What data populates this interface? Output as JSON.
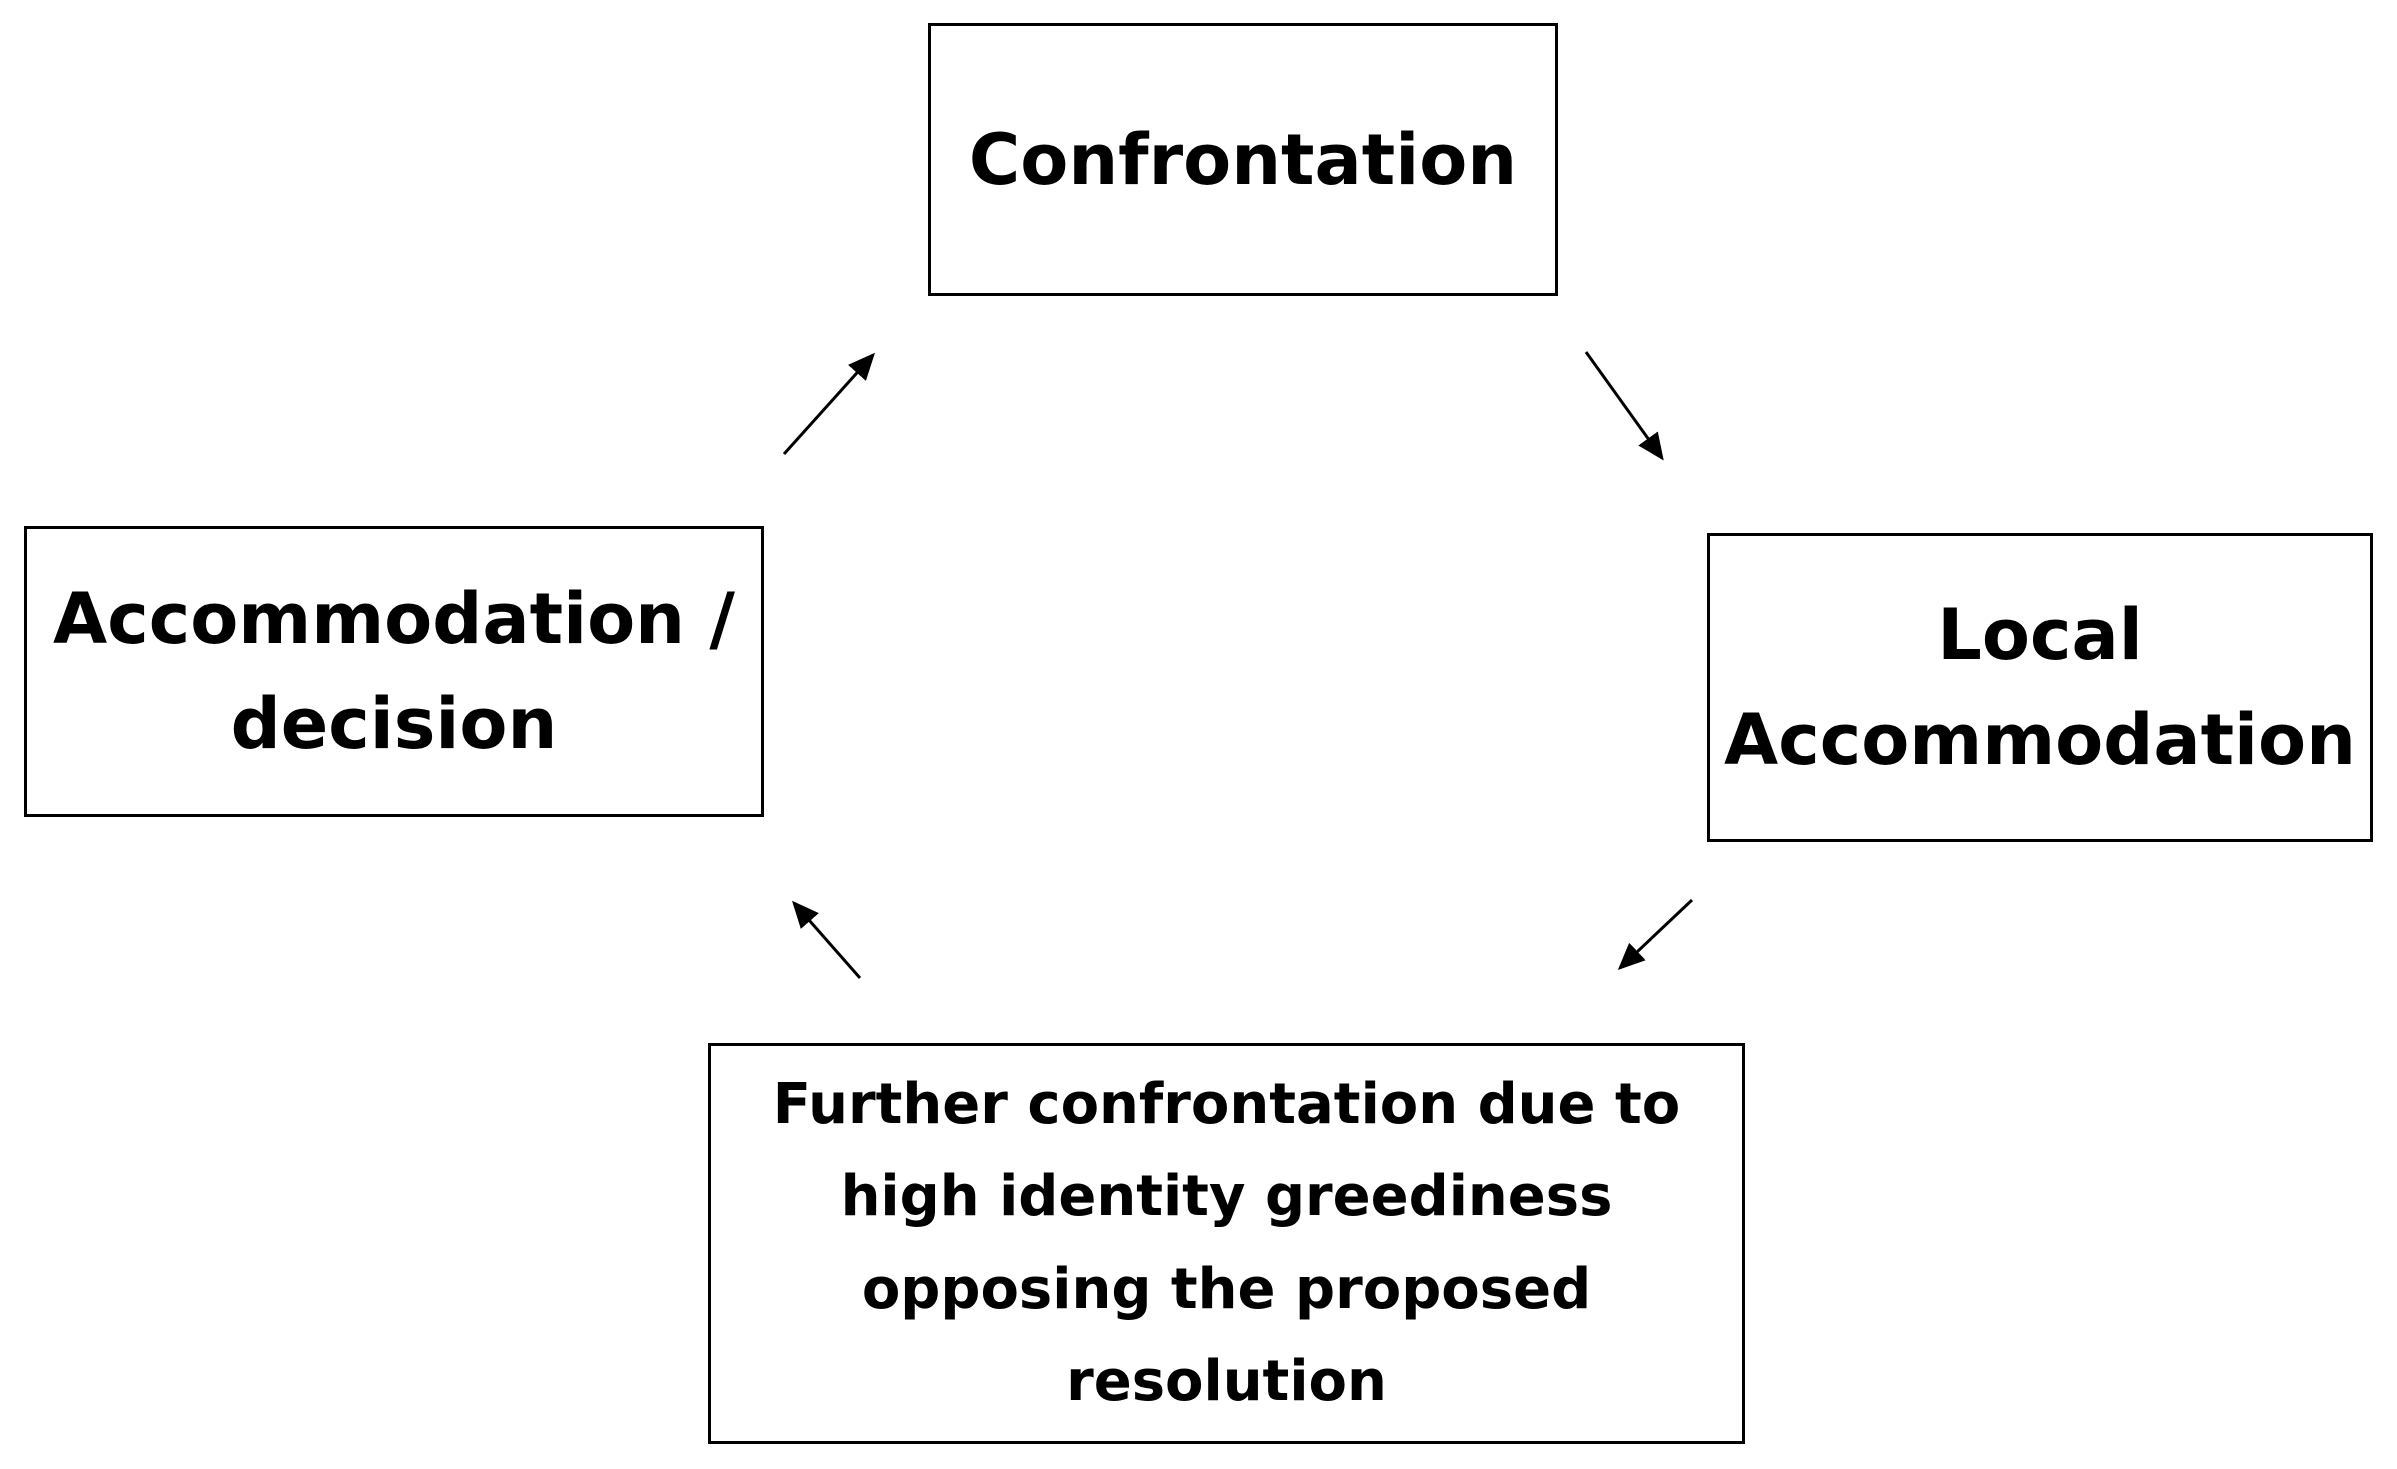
{
  "diagram": {
    "nodes": {
      "confrontation": "Confrontation",
      "local_accommodation": "Local\nAccommodation",
      "further_confrontation": "Further confrontation due to\nhigh identity greediness\nopposing the proposed\nresolution",
      "accommodation_decision": "Accommodation /\ndecision"
    },
    "edges": [
      {
        "from": "confrontation",
        "to": "local_accommodation"
      },
      {
        "from": "local_accommodation",
        "to": "further_confrontation"
      },
      {
        "from": "further_confrontation",
        "to": "accommodation_decision"
      },
      {
        "from": "accommodation_decision",
        "to": "confrontation"
      }
    ],
    "colors": {
      "border": "#000000",
      "text": "#000000",
      "background": "#ffffff"
    }
  }
}
